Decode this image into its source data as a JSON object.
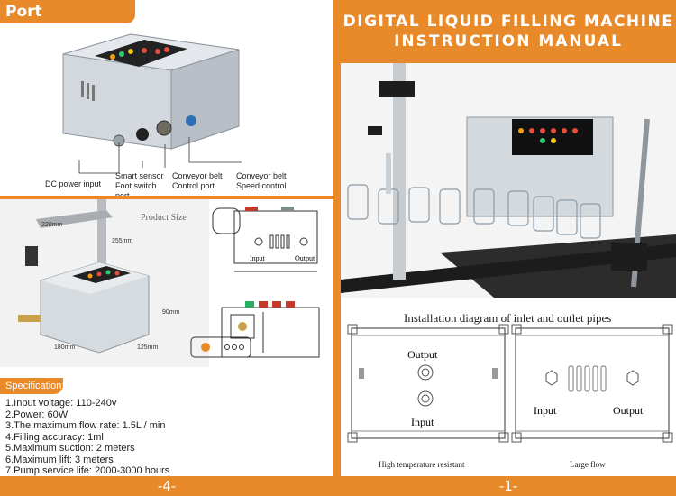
{
  "colors": {
    "accent": "#e88a2a",
    "panel": "#c9cfd6"
  },
  "left": {
    "title": "Port Description",
    "port_labels": [
      "DC power input",
      "Smart sensor\nFoot switch\nport",
      "Conveyor belt\nControl port",
      "Conveyor belt\nSpeed control"
    ],
    "product_size": {
      "title": "Product Size",
      "dims": [
        "220mm",
        "255mm",
        "90mm",
        "180mm",
        "125mm"
      ]
    },
    "drawing": {
      "input": "Input",
      "output": "Output"
    },
    "spec": {
      "header": "Specification:",
      "items": [
        "1.Input voltage: 110-240v",
        "2.Power: 60W",
        "3.The maximum flow rate: 1.5L / min",
        "4.Filling accuracy: 1ml",
        "5.Maximum suction: 2 meters",
        "6.Maximum lift: 3 meters",
        "7.Pump service life: 2000-3000 hours"
      ]
    },
    "page_number": "-4-"
  },
  "right": {
    "title_line1": "DIGITAL LIQUID FILLING MACHINE",
    "title_line2": "INSTRUCTION MANUAL",
    "install_title": "Installation diagram of inlet and outlet pipes",
    "left_diagram": {
      "output": "Output",
      "input": "Input",
      "caption": "High temperature resistant"
    },
    "right_diagram": {
      "input": "Input",
      "output": "Output",
      "caption": "Large flow"
    },
    "page_number": "-1-"
  }
}
